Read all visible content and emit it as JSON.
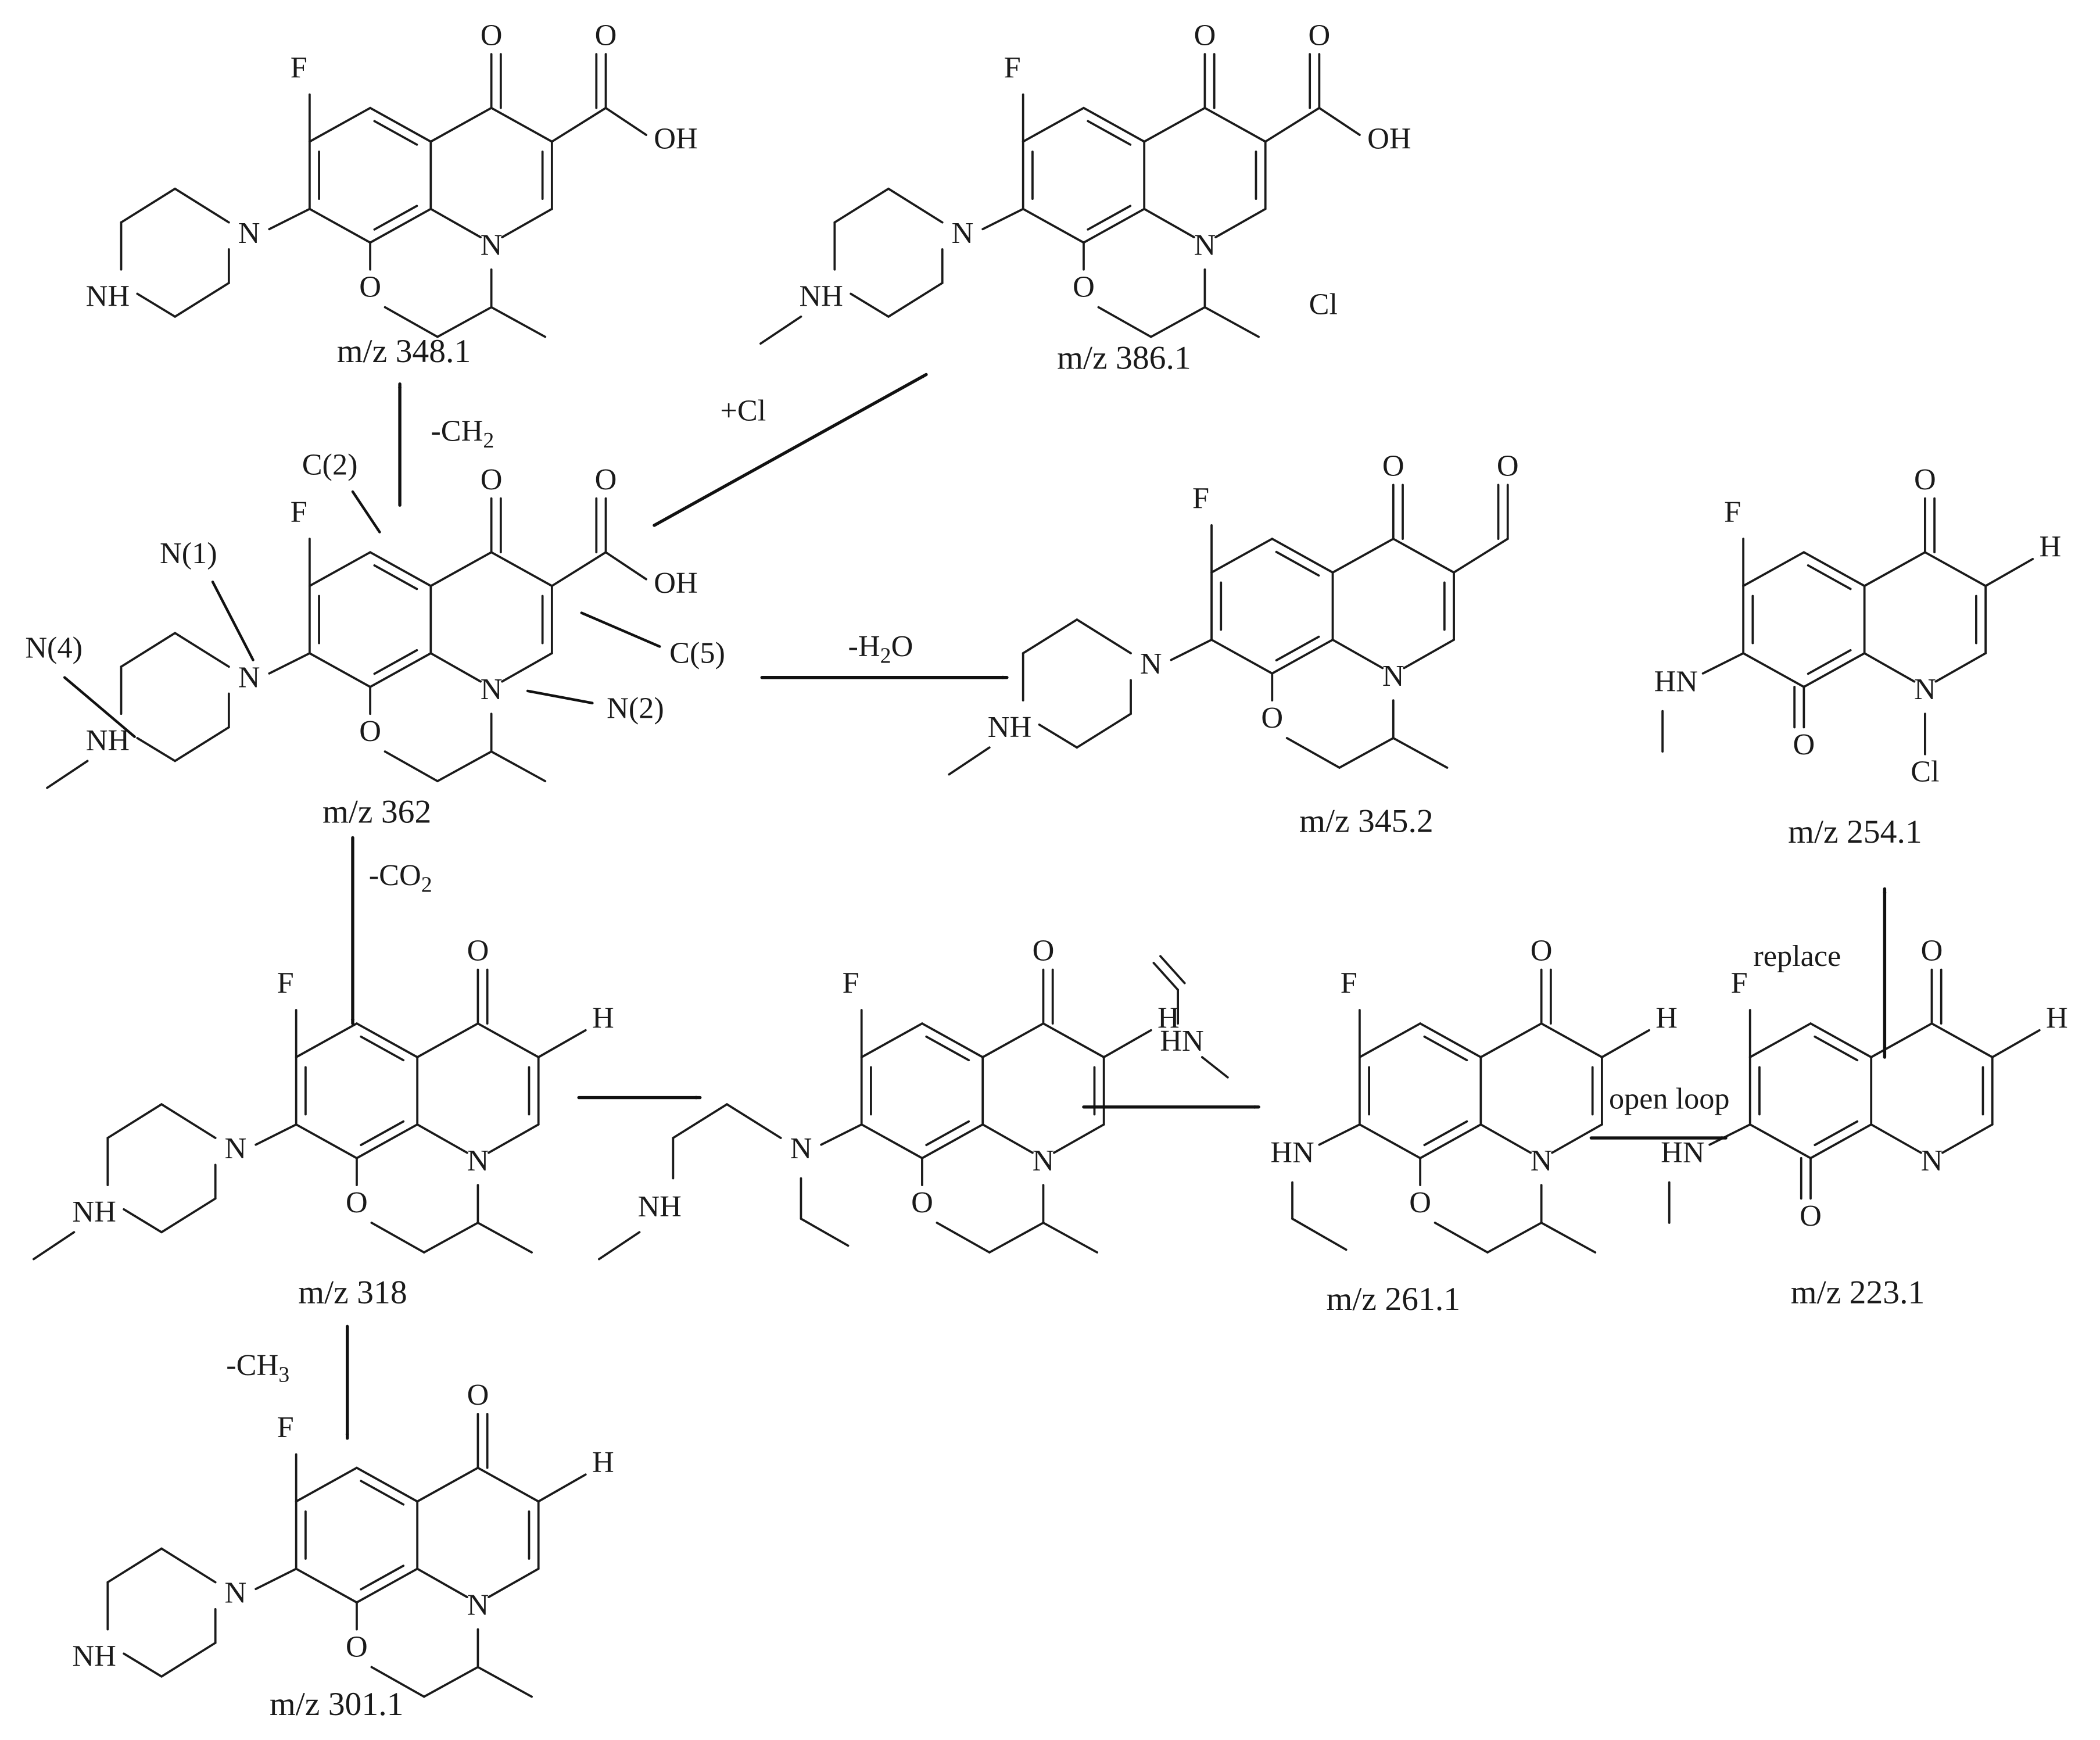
{
  "colors": {
    "ink": "#1a1a1a",
    "background": "#ffffff"
  },
  "molecules": [
    {
      "id": "m362",
      "mz": "m/z 362"
    },
    {
      "id": "m348",
      "mz": "m/z 348.1"
    },
    {
      "id": "m386",
      "mz": "m/z 386.1"
    },
    {
      "id": "m345",
      "mz": "m/z 345.2"
    },
    {
      "id": "m318",
      "mz": "m/z 318"
    },
    {
      "id": "mint",
      "mz": ""
    },
    {
      "id": "m261",
      "mz": "m/z 261.1"
    },
    {
      "id": "m223",
      "mz": "m/z 223.1"
    },
    {
      "id": "m254",
      "mz": "m/z 254.1"
    },
    {
      "id": "m301",
      "mz": "m/z 301.1"
    }
  ],
  "reactions": {
    "minus_ch2": {
      "main": "-CH",
      "sub": "2"
    },
    "plus_cl": "+Cl",
    "minus_h2o": {
      "a": "-H",
      "sub": "2",
      "b": "O"
    },
    "minus_co2": {
      "main": "-CO",
      "sub": "2"
    },
    "minus_ch3": {
      "main": "-CH",
      "sub": "3"
    },
    "open_loop": "open loop",
    "replace": "replace"
  },
  "site_labels": [
    "C(2)",
    "N(1)",
    "N(4)",
    "C(5)",
    "N(2)"
  ],
  "atoms": {
    "F": "F",
    "O": "O",
    "N": "N",
    "NH": "NH",
    "OH": "OH",
    "H": "H",
    "Cl": "Cl",
    "HN": "HN"
  }
}
